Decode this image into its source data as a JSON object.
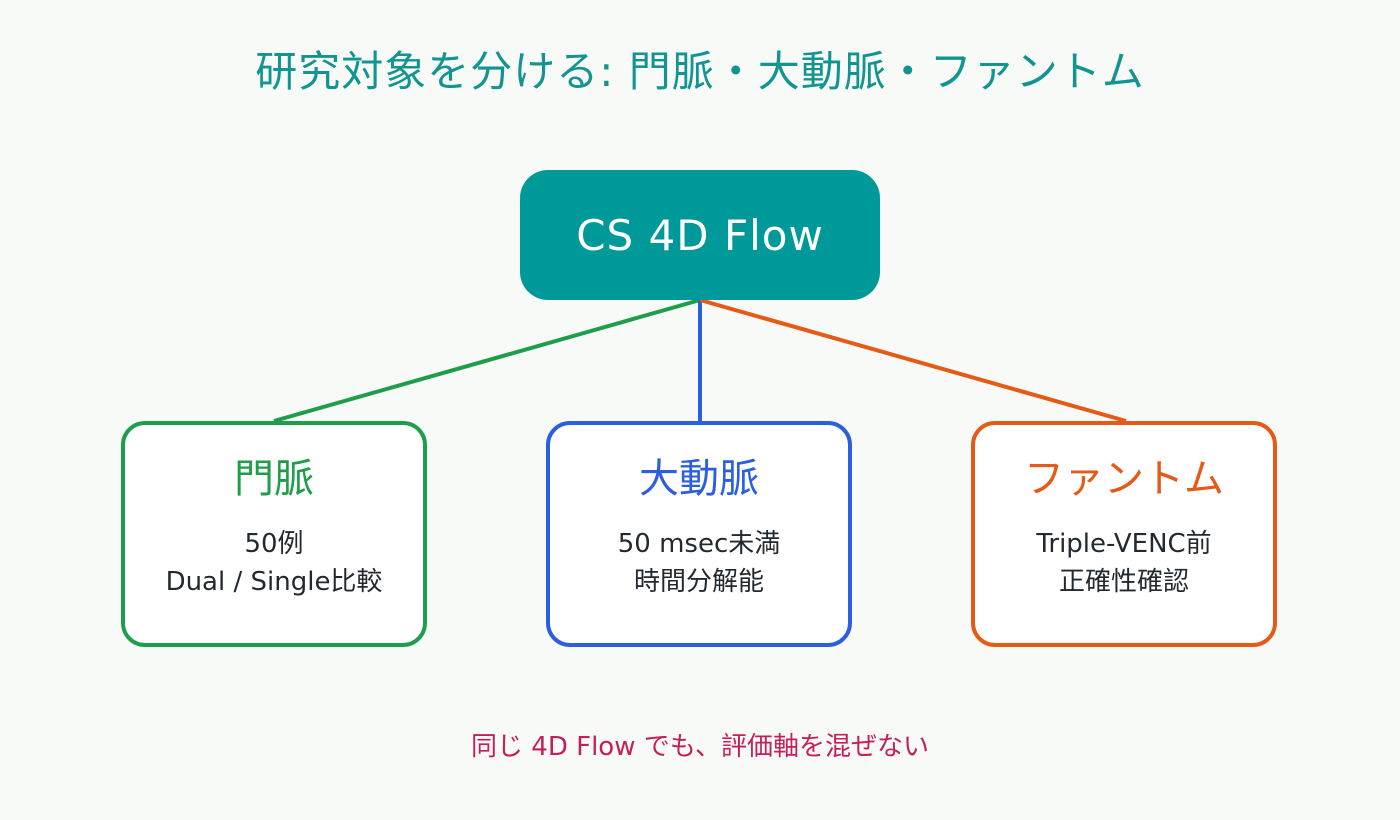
{
  "title": "研究対象を分ける: 門脈・大動脈・ファントム",
  "root": {
    "label": "CS 4D Flow",
    "color": "#009999"
  },
  "branches": [
    {
      "title": "門脈",
      "lines": [
        "50例",
        "Dual / Single比較"
      ],
      "color": "#1e9e4a"
    },
    {
      "title": "大動脈",
      "lines": [
        "50 msec未満",
        "時間分解能"
      ],
      "color": "#2b5fe0"
    },
    {
      "title": "ファントム",
      "lines": [
        "Triple-VENC前",
        "正確性確認"
      ],
      "color": "#e45a16"
    }
  ],
  "footer": "同じ 4D Flow でも、評価軸を混ぜない"
}
